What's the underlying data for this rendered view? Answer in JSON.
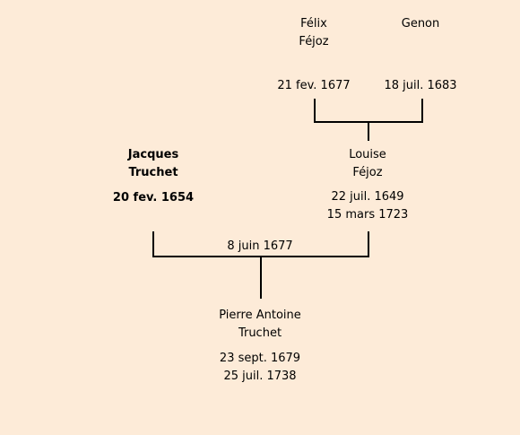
{
  "persons": {
    "felix": {
      "first_name": "Félix",
      "last_name": "Féjoz",
      "birth": "21 fev. 1677"
    },
    "genon": {
      "name": "Genon",
      "date": "18 juil. 1683"
    },
    "jacques": {
      "first_name": "Jacques",
      "last_name": "Truchet",
      "birth": "20 fev. 1654"
    },
    "louise": {
      "first_name": "Louise",
      "last_name": "Féjoz",
      "birth": "22 juil. 1649",
      "death": "15 mars 1723"
    },
    "pierre": {
      "first_name": "Pierre Antoine",
      "last_name": "Truchet",
      "birth": "23 sept. 1679",
      "death": "25 juil. 1738"
    }
  },
  "marriage": {
    "date": "8 juin 1677"
  }
}
